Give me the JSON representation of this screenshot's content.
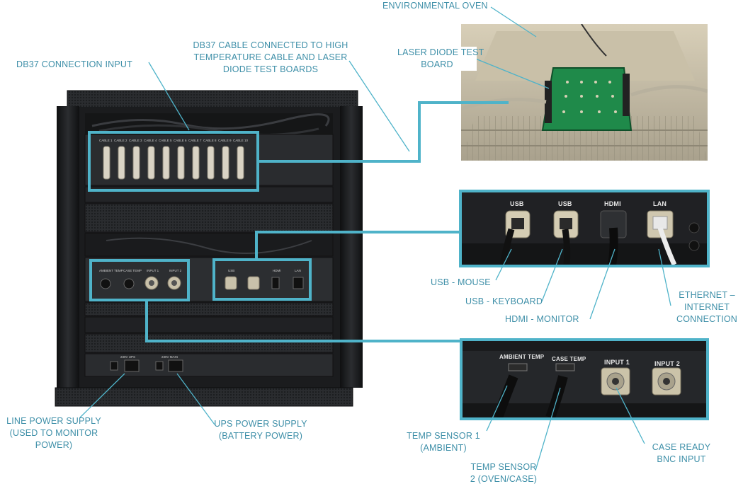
{
  "colors": {
    "accent": "#4fb3c9",
    "label": "#3e8fa8",
    "rack": "#1e1f21"
  },
  "labels": {
    "environmental_oven": "ENVIRONMENTAL OVEN",
    "laser_board_l1": "LASER DIODE TEST",
    "laser_board_l2": "BOARD",
    "db37_cable_l1": "DB37 CABLE CONNECTED TO HIGH",
    "db37_cable_l2": "TEMPERATURE CABLE AND LASER",
    "db37_cable_l3": "DIODE TEST BOARDS",
    "db37_input": "DB37 CONNECTION INPUT",
    "usb_mouse": "USB - MOUSE",
    "usb_keyboard": "USB - KEYBOARD",
    "hdmi_monitor": "HDMI - MONITOR",
    "ethernet_l1": "ETHERNET –",
    "ethernet_l2": "INTERNET",
    "ethernet_l3": "CONNECTION",
    "line_power_l1": "LINE POWER SUPPLY",
    "line_power_l2": "(USED TO MONITOR",
    "line_power_l3": "POWER)",
    "ups_power_l1": "UPS POWER SUPPLY",
    "ups_power_l2": "(BATTERY POWER)",
    "temp1_l1": "TEMP SENSOR 1",
    "temp1_l2": "(AMBIENT)",
    "temp2_l1": "TEMP SENSOR",
    "temp2_l2": "2 (OVEN/CASE)",
    "case_ready_l1": "CASE READY",
    "case_ready_l2": "BNC INPUT"
  },
  "panel_io": {
    "usb1": "USB",
    "usb2": "USB",
    "hdmi": "HDMI",
    "lan": "LAN"
  },
  "panel_temp": {
    "ambient": "AMBIENT TEMP",
    "case": "CASE TEMP",
    "input1": "INPUT 1",
    "input2": "INPUT 2"
  },
  "rack_cable_labels": [
    "CABLE 1",
    "CABLE 2",
    "CABLE 3",
    "CABLE 4",
    "CABLE 5",
    "CABLE 6",
    "CABLE 7",
    "CABLE 8",
    "CABLE 9",
    "CABLE 10"
  ],
  "rack_front": {
    "ambient_temp": "AMBIENT TEMP",
    "case_temp": "CASE TEMP",
    "input1": "INPUT 1",
    "input2": "INPUT 2",
    "usb": "USB",
    "hdmi": "HDMI",
    "lan": "LAN",
    "ups": "230V UPS",
    "mains": "230V MAIN"
  }
}
